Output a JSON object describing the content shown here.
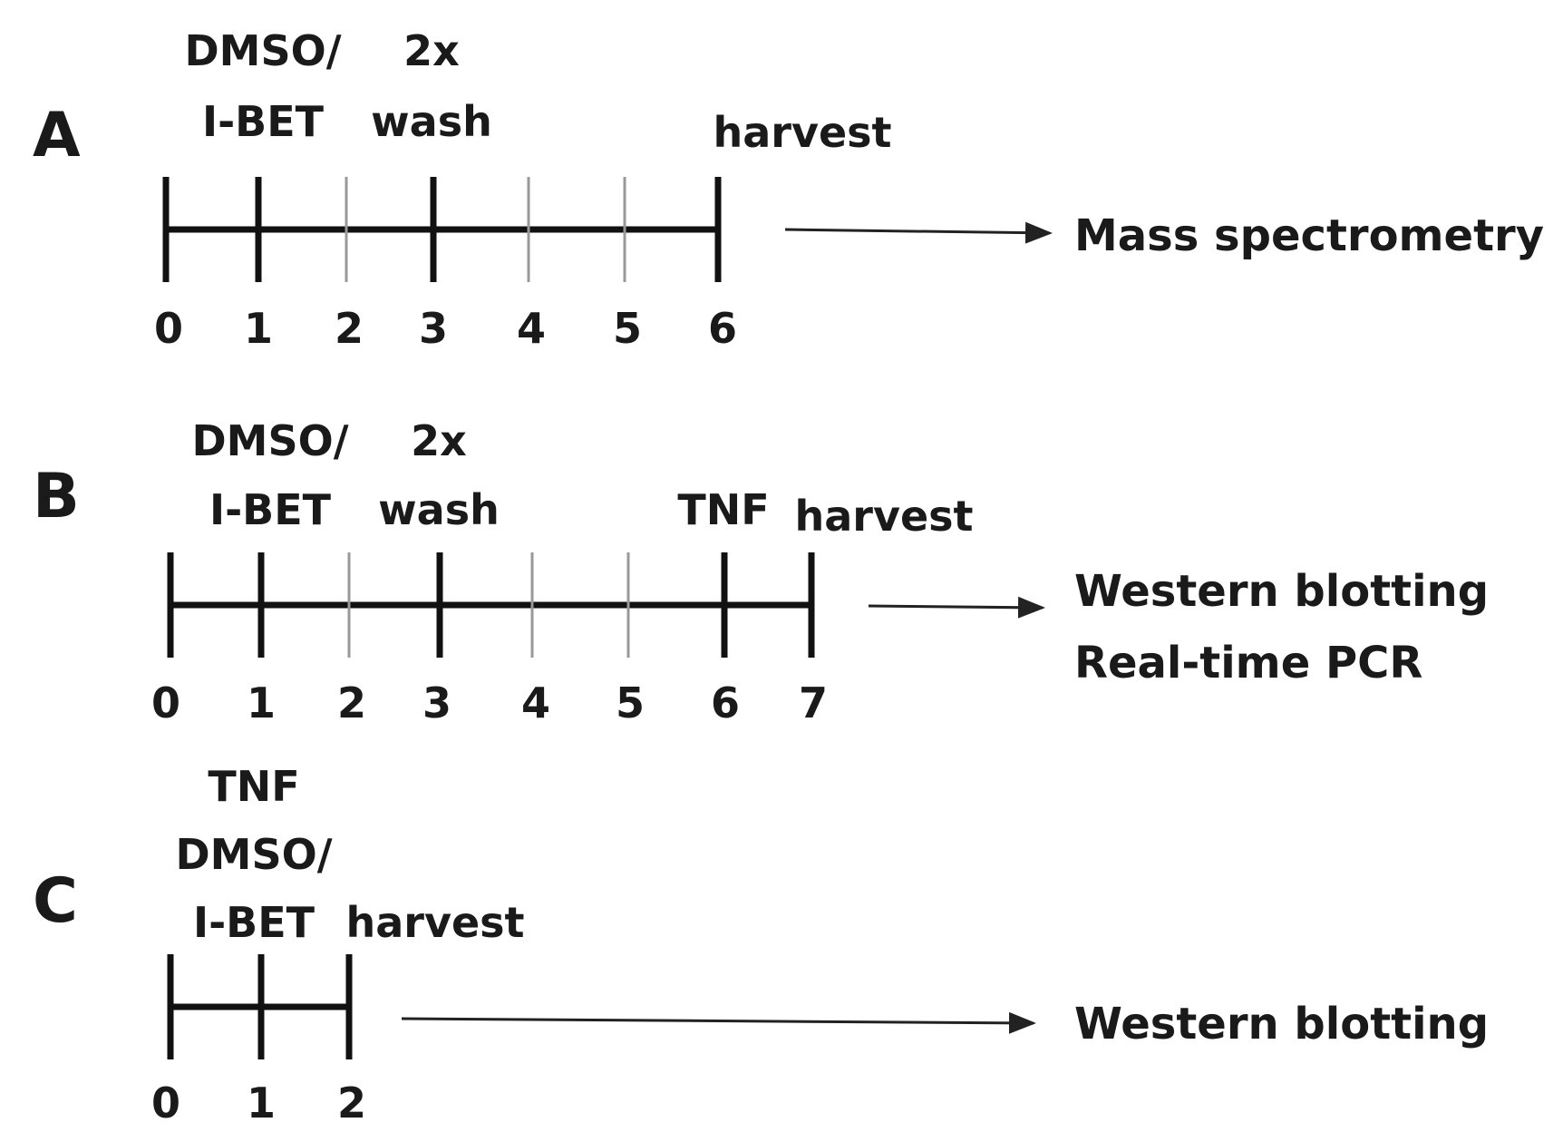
{
  "panels": [
    {
      "id": "A",
      "letter": "A",
      "tick_labels": [
        "0",
        "1",
        "2",
        "3",
        "4",
        "5",
        "6"
      ],
      "events": [
        {
          "lines": [
            "DMSO/",
            "I-BET"
          ]
        },
        {
          "lines": [
            "2x",
            "wash"
          ]
        },
        {
          "lines": [
            "harvest"
          ]
        }
      ],
      "outputs": [
        "Mass spectrometry"
      ]
    },
    {
      "id": "B",
      "letter": "B",
      "tick_labels": [
        "0",
        "1",
        "2",
        "3",
        "4",
        "5",
        "6",
        "7"
      ],
      "events": [
        {
          "lines": [
            "DMSO/",
            "I-BET"
          ]
        },
        {
          "lines": [
            "2x",
            "wash"
          ]
        },
        {
          "lines": [
            "TNF"
          ]
        },
        {
          "lines": [
            "harvest"
          ]
        }
      ],
      "outputs": [
        "Western blotting",
        "Real-time PCR"
      ]
    },
    {
      "id": "C",
      "letter": "C",
      "tick_labels": [
        "0",
        "1",
        "2"
      ],
      "events": [
        {
          "lines": [
            "TNF",
            "DMSO/",
            "I-BET"
          ]
        },
        {
          "lines": [
            "harvest"
          ]
        }
      ],
      "outputs": [
        "Western blotting"
      ]
    }
  ],
  "colors": {
    "major_tick": "#111111",
    "minor_tick": "#999999",
    "arrow": "#222222",
    "text": "#1a1a1a"
  }
}
